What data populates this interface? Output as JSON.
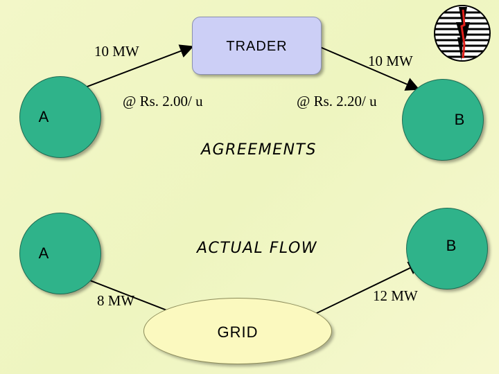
{
  "nodes": {
    "trader": "TRADER",
    "grid": "GRID",
    "a_top": "A",
    "b_top": "B",
    "a_bottom": "A",
    "b_bottom": "B"
  },
  "labels": {
    "agreements": "AGREEMENTS",
    "actual_flow": "ACTUAL FLOW",
    "a_to_trader_mw": "10 MW",
    "trader_to_b_mw": "10 MW",
    "a_price": "@ Rs. 2.00/ u",
    "b_price": "@ Rs. 2.20/ u",
    "a_to_grid_mw": "8 MW",
    "grid_to_b_mw": "12 MW"
  },
  "colors": {
    "node_fill": "#2fb38a",
    "trader_fill": "#cccff6",
    "grid_fill": "#fbf9bf",
    "logo_accent": "#e0201b"
  },
  "logo": {
    "icon": "power-utility-logo"
  }
}
